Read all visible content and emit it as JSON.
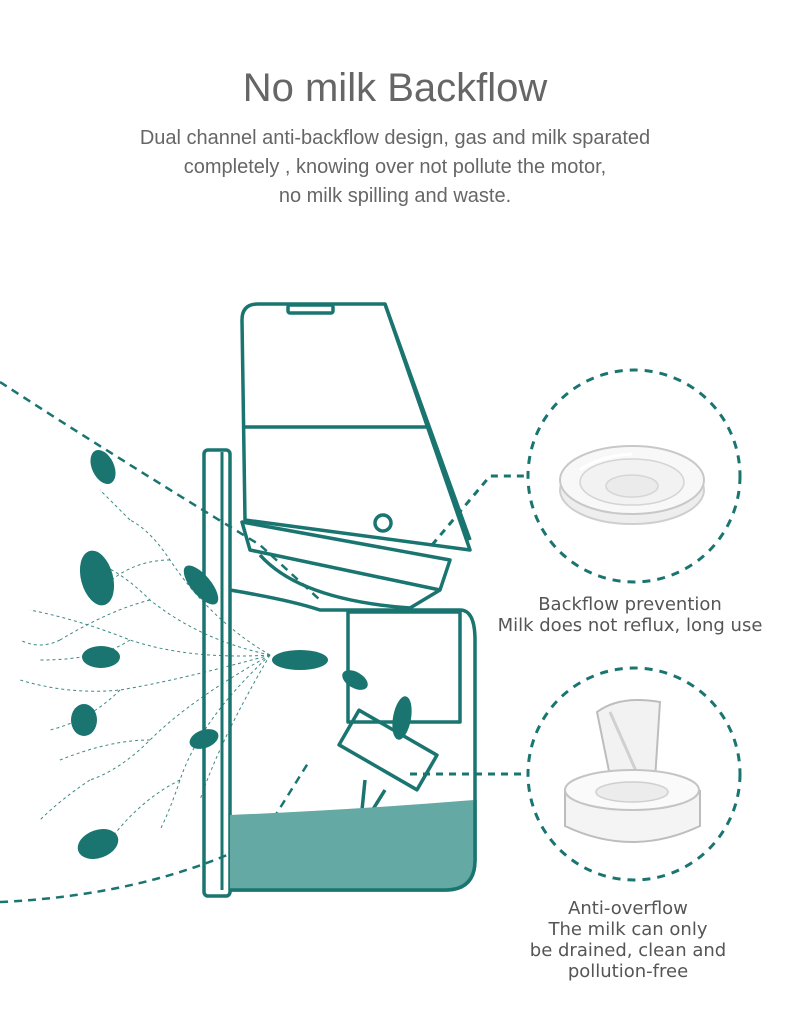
{
  "header": {
    "title": "No milk Backflow",
    "description_lines": [
      "Dual channel anti-backflow design, gas and milk sparated",
      "completely , knowing over not pollute the motor,",
      "no milk spilling and waste."
    ]
  },
  "callouts": [
    {
      "heading": "Backflow prevention",
      "lines": [
        "Milk does not reflux, long use"
      ],
      "icon": "silicone-diaphragm-icon"
    },
    {
      "heading": "Anti-overflow",
      "lines": [
        "The milk can only",
        "be drained, clean and",
        "pollution-free"
      ],
      "icon": "duckbill-valve-icon"
    }
  ],
  "colors": {
    "accent": "#1a7570",
    "milk": "#64a9a3",
    "text": "#666666"
  }
}
